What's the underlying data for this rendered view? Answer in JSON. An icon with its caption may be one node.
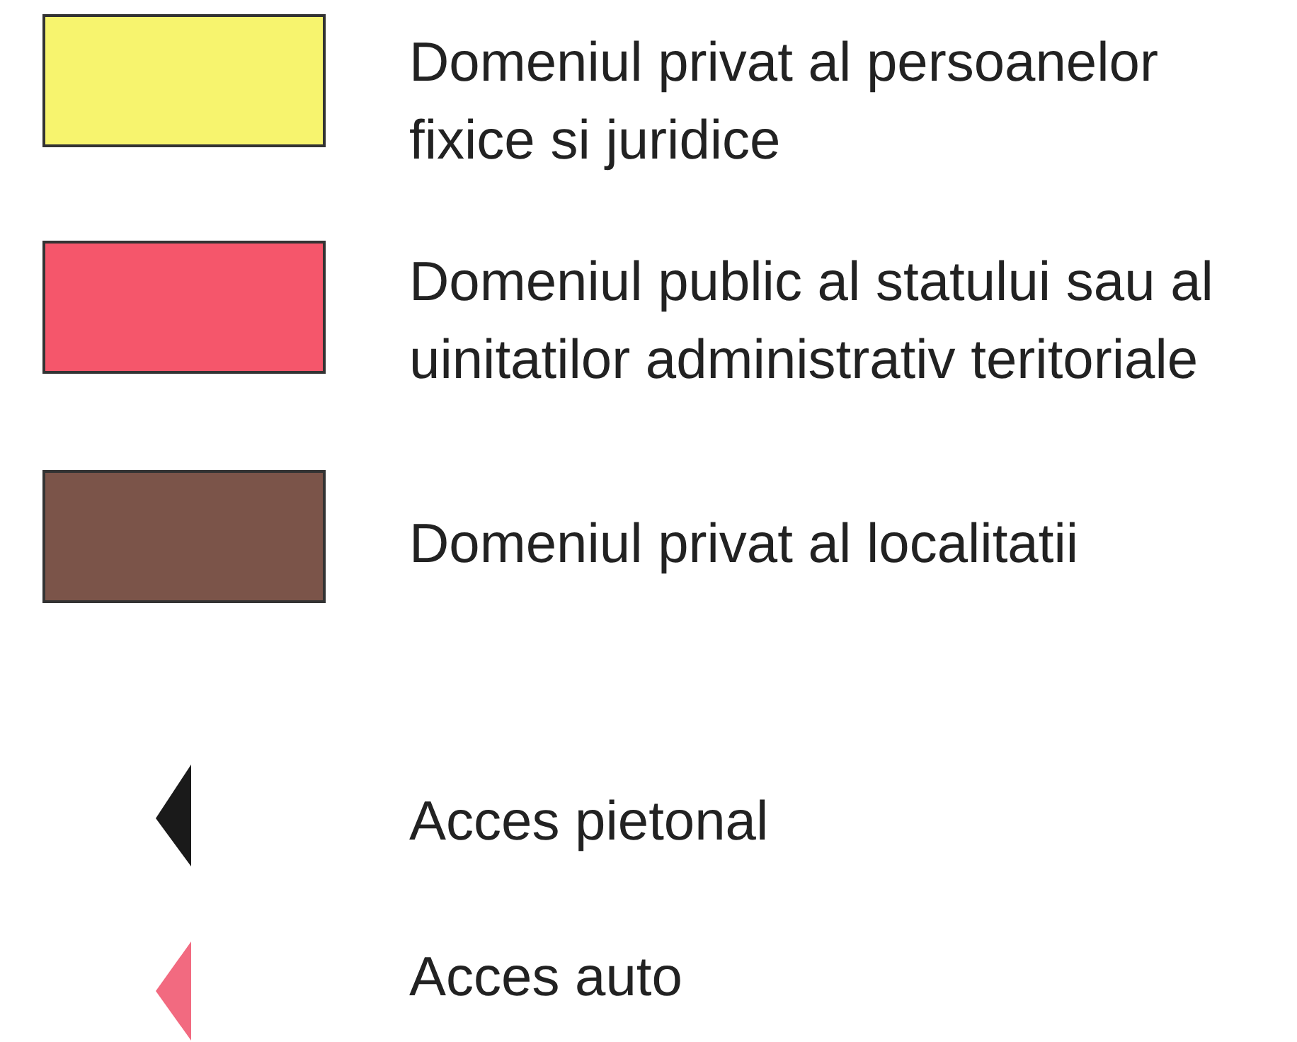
{
  "diagram": {
    "legend": [
      {
        "text": "Domeniul privat al persoanelor fixice si juridice",
        "color": "#f7f46e"
      },
      {
        "text": "Domeniul public al statului sau al uinitatilor administrativ teritoriale",
        "color": "#f5566b"
      },
      {
        "text": "Domeniul privat al localitatii",
        "color": "#7b5449"
      },
      {
        "text": "Acces pietonal"
      },
      {
        "text": "Acces auto"
      }
    ]
  }
}
